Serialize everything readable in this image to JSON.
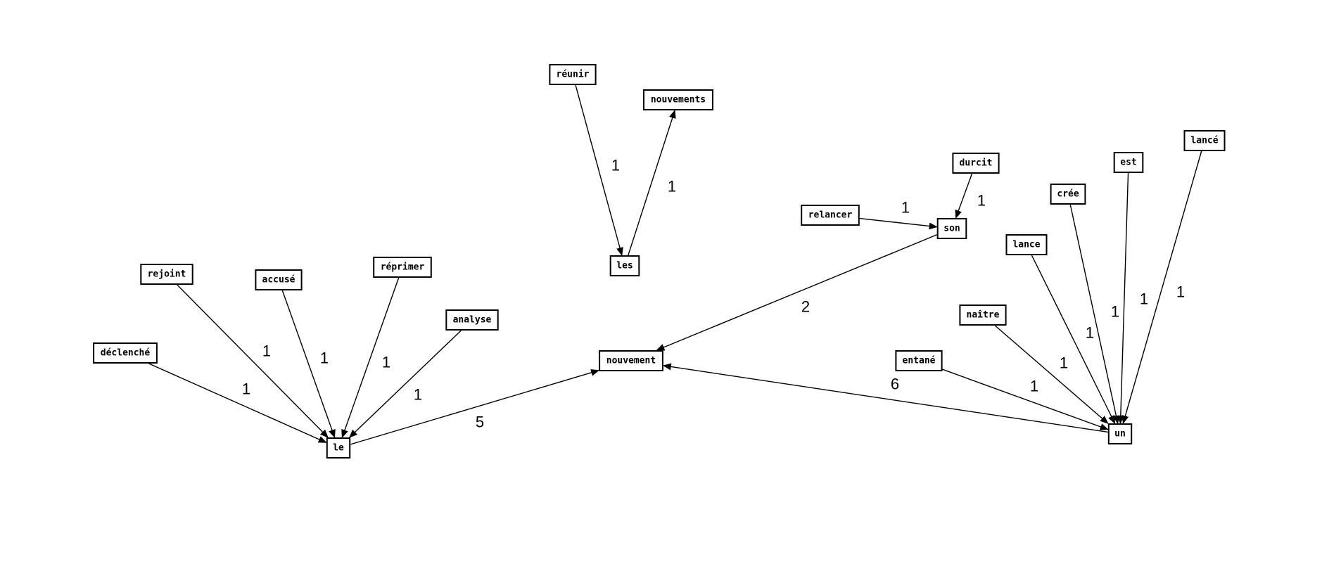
{
  "graph": {
    "nodes": [
      {
        "id": "reunir",
        "label": "réunir"
      },
      {
        "id": "nouvements",
        "label": "nouvements"
      },
      {
        "id": "les",
        "label": "les"
      },
      {
        "id": "durcit",
        "label": "durcit"
      },
      {
        "id": "relancer",
        "label": "relancer"
      },
      {
        "id": "son",
        "label": "son"
      },
      {
        "id": "lance_acc",
        "label": "lancé"
      },
      {
        "id": "est",
        "label": "est"
      },
      {
        "id": "cree",
        "label": "crée"
      },
      {
        "id": "lance",
        "label": "lance"
      },
      {
        "id": "naitre",
        "label": "naître"
      },
      {
        "id": "entame",
        "label": "entané"
      },
      {
        "id": "un",
        "label": "un"
      },
      {
        "id": "nouvement",
        "label": "nouvement"
      },
      {
        "id": "rejoint",
        "label": "rejoint"
      },
      {
        "id": "accuse",
        "label": "accusé"
      },
      {
        "id": "reprimer",
        "label": "réprimer"
      },
      {
        "id": "analyse",
        "label": "analyse"
      },
      {
        "id": "declenche",
        "label": "déclenché"
      },
      {
        "id": "le",
        "label": "le"
      }
    ],
    "edges": [
      {
        "from": "reunir",
        "to": "les",
        "label": "1"
      },
      {
        "from": "les",
        "to": "nouvements",
        "label": "1"
      },
      {
        "from": "durcit",
        "to": "son",
        "label": "1"
      },
      {
        "from": "relancer",
        "to": "son",
        "label": "1"
      },
      {
        "from": "son",
        "to": "nouvement",
        "label": "2"
      },
      {
        "from": "le",
        "to": "nouvement",
        "label": "5"
      },
      {
        "from": "un",
        "to": "nouvement",
        "label": "6"
      },
      {
        "from": "declenche",
        "to": "le",
        "label": "1"
      },
      {
        "from": "rejoint",
        "to": "le",
        "label": "1"
      },
      {
        "from": "accuse",
        "to": "le",
        "label": "1"
      },
      {
        "from": "reprimer",
        "to": "le",
        "label": "1"
      },
      {
        "from": "analyse",
        "to": "le",
        "label": "1"
      },
      {
        "from": "entame",
        "to": "un",
        "label": "1"
      },
      {
        "from": "naitre",
        "to": "un",
        "label": "1"
      },
      {
        "from": "lance",
        "to": "un",
        "label": "1"
      },
      {
        "from": "cree",
        "to": "un",
        "label": "1"
      },
      {
        "from": "est",
        "to": "un",
        "label": "1"
      },
      {
        "from": "lance_acc",
        "to": "un",
        "label": "1"
      }
    ]
  }
}
